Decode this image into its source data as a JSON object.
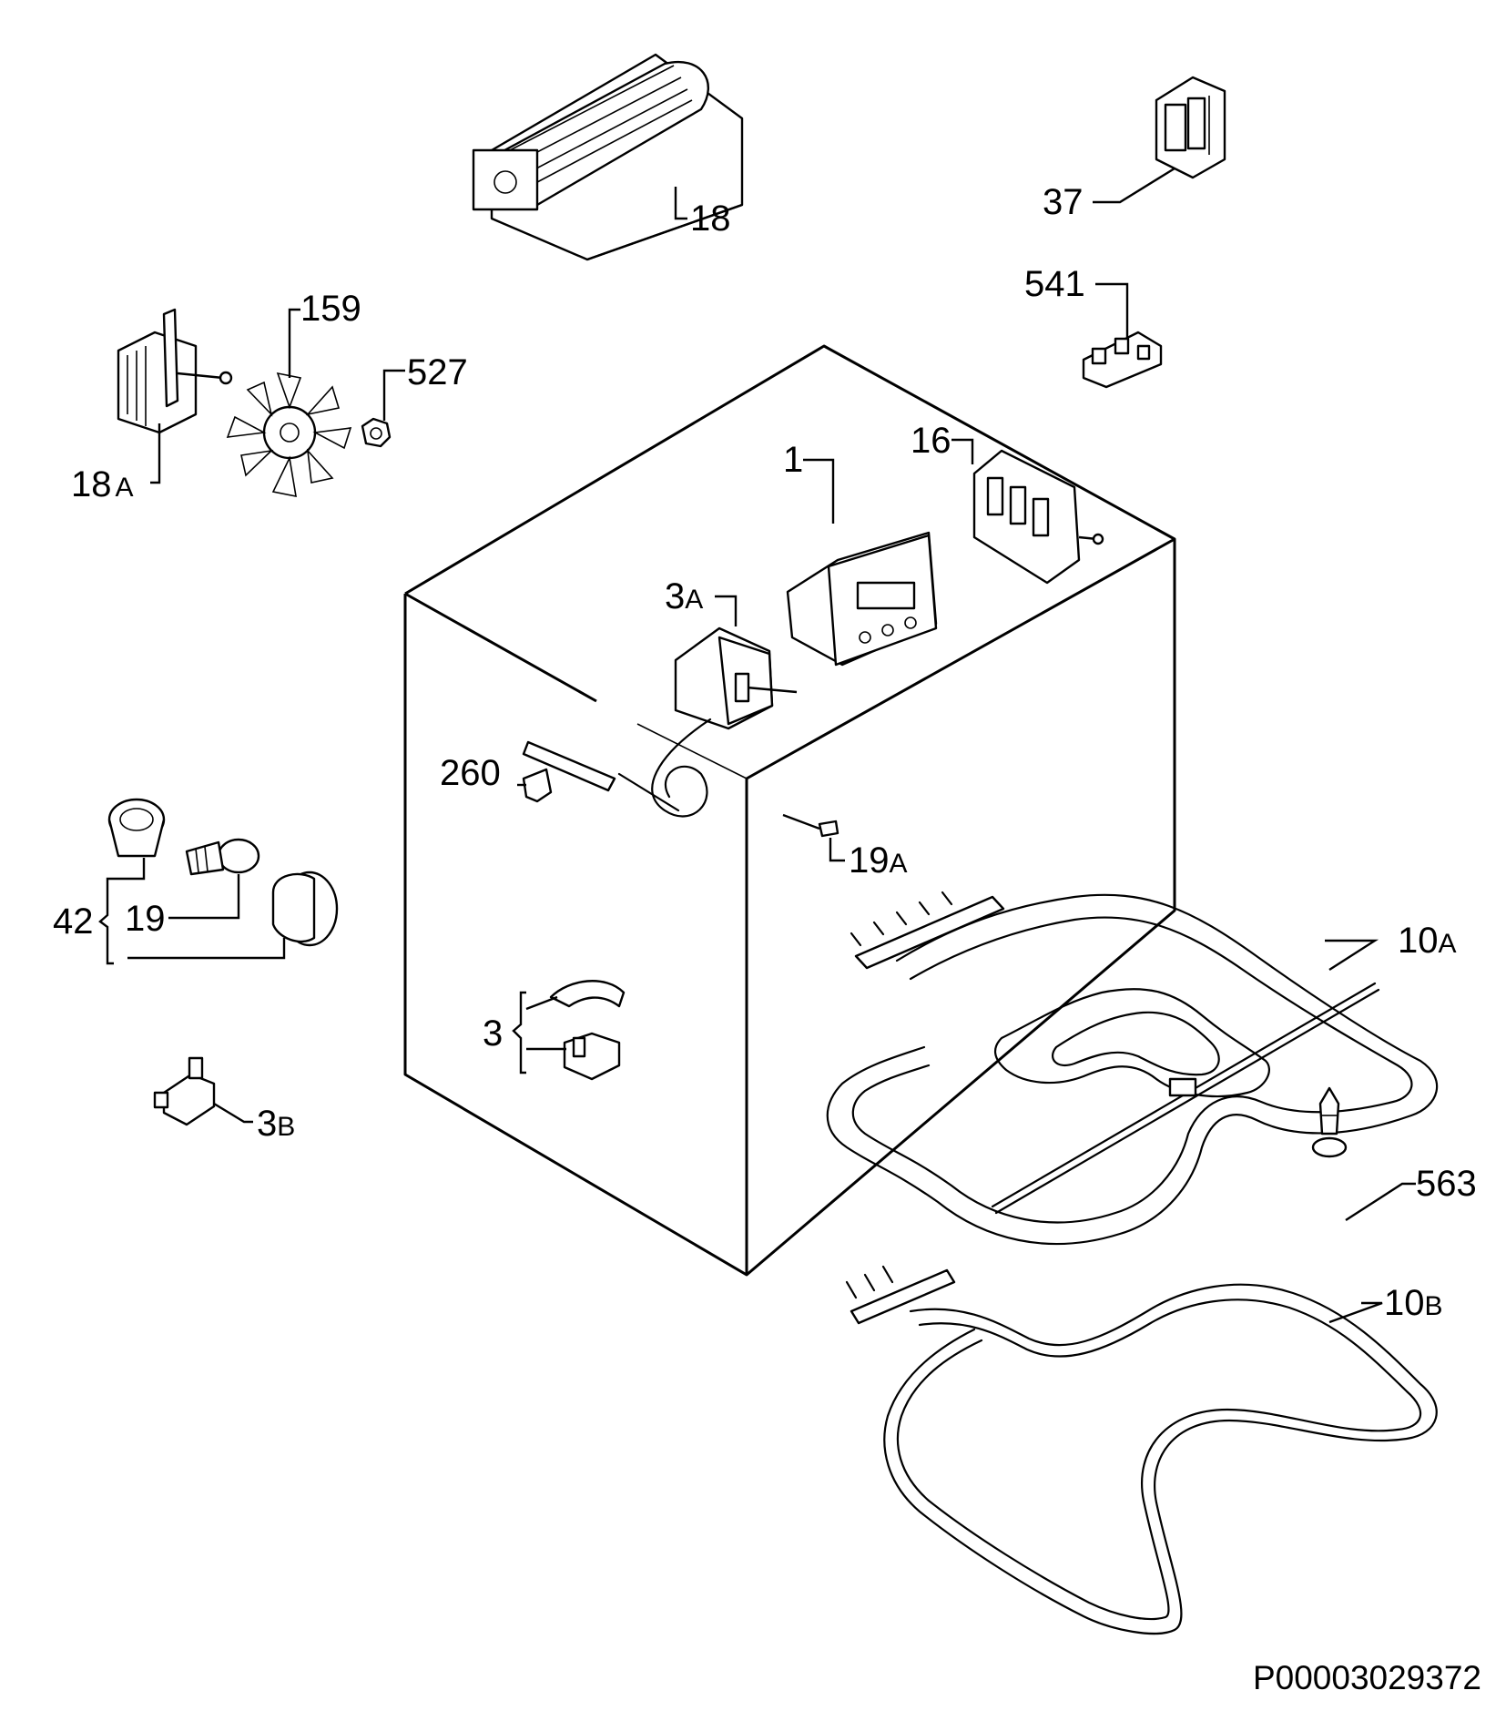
{
  "diagram": {
    "code": "P00003029372",
    "callouts": [
      {
        "id": "18",
        "num": "18",
        "suffix": ""
      },
      {
        "id": "37",
        "num": "37",
        "suffix": ""
      },
      {
        "id": "541",
        "num": "541",
        "suffix": ""
      },
      {
        "id": "159",
        "num": "159",
        "suffix": ""
      },
      {
        "id": "527",
        "num": "527",
        "suffix": ""
      },
      {
        "id": "18A",
        "num": "18",
        "suffix": "A"
      },
      {
        "id": "16",
        "num": "16",
        "suffix": ""
      },
      {
        "id": "1",
        "num": "1",
        "suffix": ""
      },
      {
        "id": "3A",
        "num": "3",
        "suffix": "A"
      },
      {
        "id": "260",
        "num": "260",
        "suffix": ""
      },
      {
        "id": "19A",
        "num": "19",
        "suffix": "A"
      },
      {
        "id": "42",
        "num": "42",
        "suffix": ""
      },
      {
        "id": "19",
        "num": "19",
        "suffix": ""
      },
      {
        "id": "10A",
        "num": "10",
        "suffix": "A"
      },
      {
        "id": "3",
        "num": "3",
        "suffix": ""
      },
      {
        "id": "3B",
        "num": "3",
        "suffix": "B"
      },
      {
        "id": "563",
        "num": "563",
        "suffix": ""
      },
      {
        "id": "10B",
        "num": "10",
        "suffix": "B"
      }
    ]
  }
}
